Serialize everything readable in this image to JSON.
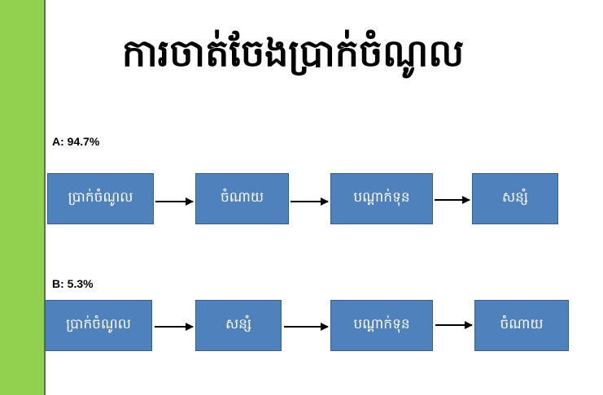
{
  "title": "ការចាត់ចែងប្រាក់ចំណូល",
  "rows": [
    {
      "label": "A: 94.7%",
      "steps": [
        "ប្រាក់ចំណូល",
        "ចំណាយ",
        "បណ្ដាក់ទុន",
        "សន្សំ"
      ]
    },
    {
      "label": "B: 5.3%",
      "steps": [
        "ប្រាក់ចំណូល",
        "សន្សំ",
        "បណ្ដាក់ទុន",
        "ចំណាយ"
      ]
    }
  ],
  "colors": {
    "sidebar": "#92d050",
    "box": "#4f81bd",
    "box_border": "#385d8a"
  }
}
